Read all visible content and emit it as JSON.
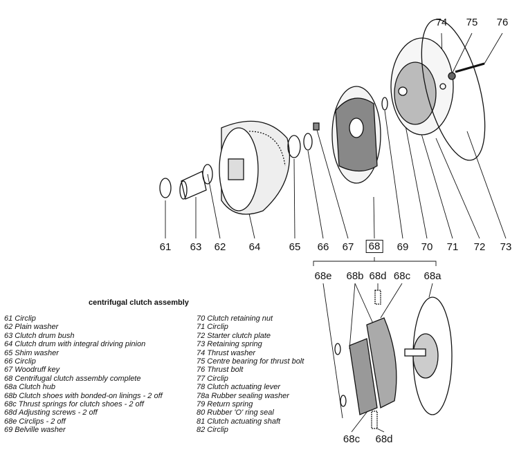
{
  "title": "centrifugal clutch assembly",
  "callouts": {
    "top": [
      "74",
      "75",
      "76"
    ],
    "bottom": [
      "61",
      "63",
      "62",
      "64",
      "65",
      "66",
      "67",
      "68",
      "69",
      "70",
      "71",
      "72",
      "73"
    ],
    "sub": [
      "68e",
      "68b",
      "68d",
      "68c",
      "68a"
    ],
    "lower": [
      "68c",
      "68d"
    ]
  },
  "legend_left": [
    "61 Circlip",
    "62 Plain washer",
    "63 Clutch drum bush",
    "64 Clutch drum with integral driving pinion",
    "65 Shim  washer",
    "66 Circlip",
    "67 Woodruff key",
    "68 Centrifugal clutch assembly complete",
    "68a Clutch hub",
    "68b Clutch shoes with bonded-on linings - 2 off",
    "68c Thrust springs for clutch shoes - 2 off",
    "68d Adjusting screws - 2 off",
    "68e Circlips - 2 off",
    "69 Belville washer"
  ],
  "legend_right": [
    "70 Clutch retaining nut",
    "71 Circlip",
    "72 Starter clutch plate",
    "73 Retaining spring",
    "74 Thrust washer",
    "75 Centre bearing for thrust bolt",
    "76 Thrust bolt",
    "77 Circlip",
    "78 Clutch actuating lever",
    "78a Rubber sealing washer",
    "79 Return spring",
    "80 Rubber 'O' ring seal",
    "81 Clutch actuating shaft",
    "82 Circlip"
  ]
}
